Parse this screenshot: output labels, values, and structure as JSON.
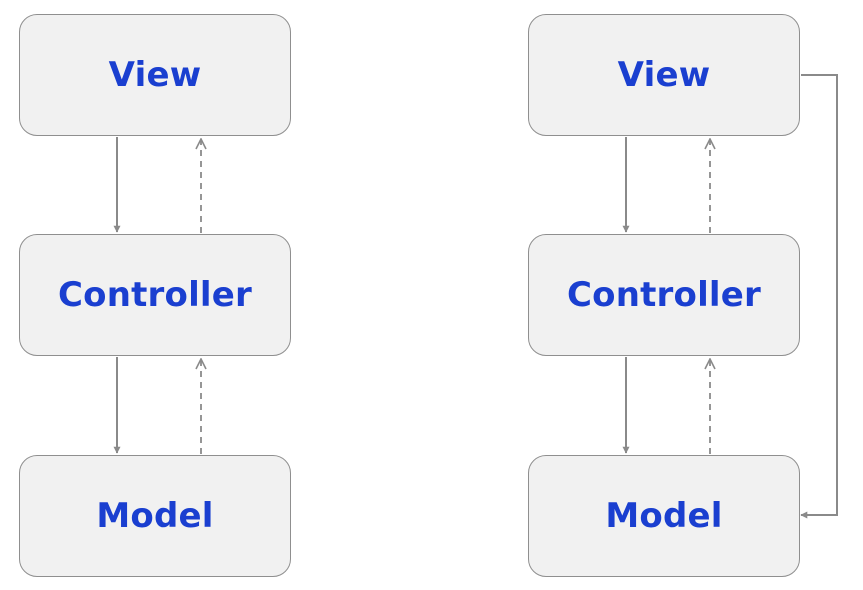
{
  "diagrams": [
    {
      "id": "left",
      "nodes": {
        "view": "View",
        "controller": "Controller",
        "model": "Model"
      },
      "edges": [
        {
          "from": "view",
          "to": "controller",
          "style": "solid"
        },
        {
          "from": "controller",
          "to": "view",
          "style": "dashed"
        },
        {
          "from": "controller",
          "to": "model",
          "style": "solid"
        },
        {
          "from": "model",
          "to": "controller",
          "style": "dashed"
        }
      ]
    },
    {
      "id": "right",
      "nodes": {
        "view": "View",
        "controller": "Controller",
        "model": "Model"
      },
      "edges": [
        {
          "from": "view",
          "to": "controller",
          "style": "solid"
        },
        {
          "from": "controller",
          "to": "view",
          "style": "dashed"
        },
        {
          "from": "controller",
          "to": "model",
          "style": "solid"
        },
        {
          "from": "model",
          "to": "controller",
          "style": "dashed"
        },
        {
          "from": "view",
          "to": "model",
          "style": "solid"
        }
      ]
    }
  ],
  "colors": {
    "label": "#1a3fd0",
    "box_fill": "#f1f1f1",
    "box_border": "#8f8f8f",
    "connector": "#8a8a8a"
  }
}
